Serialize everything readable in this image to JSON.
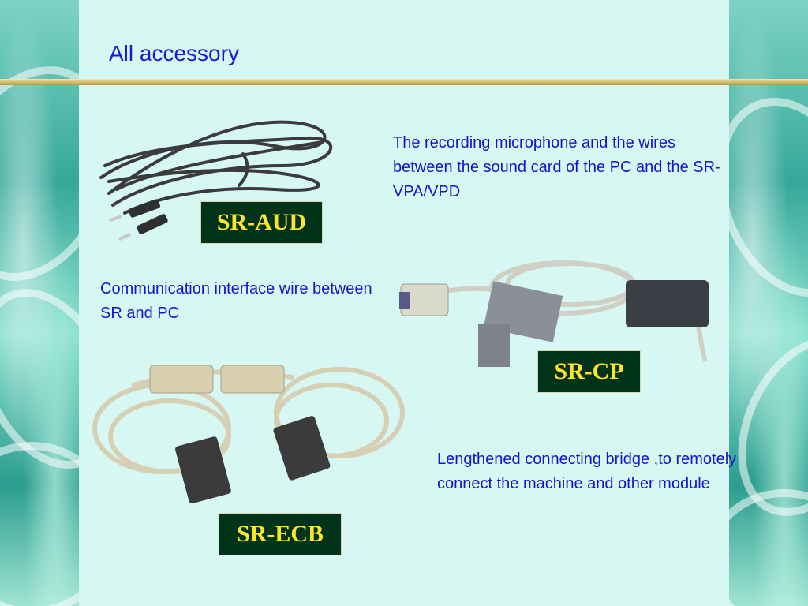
{
  "slide": {
    "title": "All accessory",
    "items": [
      {
        "label": "SR-AUD",
        "description": "The recording microphone and the wires between the sound card of the PC and the SR-VPA/VPD"
      },
      {
        "label": "SR-CP",
        "description": "Communication interface wire between SR and PC"
      },
      {
        "label": "SR-ECB",
        "description": "Lengthened connecting bridge ,to remotely connect the machine and other module"
      }
    ]
  },
  "colors": {
    "text": "#1414d0",
    "label_bg": "#003318",
    "label_text": "#ffe52a",
    "slide_bg": "#d6f7f2"
  }
}
